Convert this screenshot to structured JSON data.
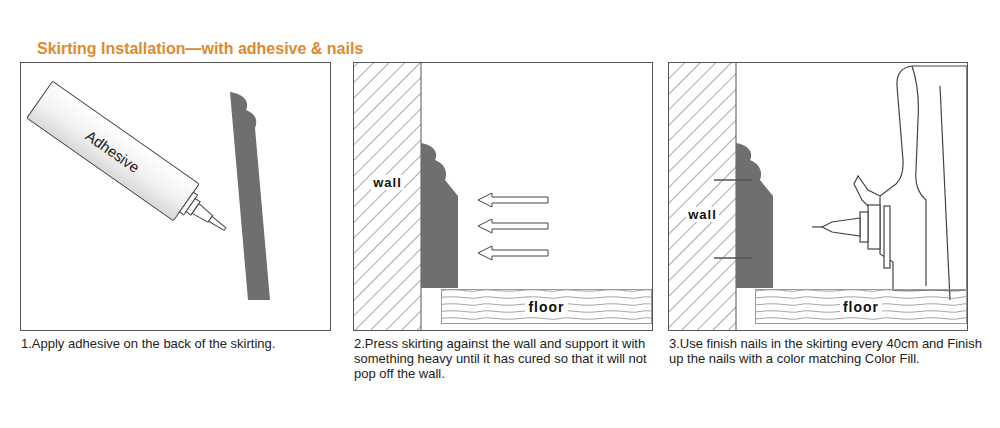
{
  "diagram": {
    "title": "Skirting Installation—with adhesive & nails",
    "nodes": [
      {
        "text": [
          "1.Apply adhesive on the back of the skirting."
        ]
      },
      {
        "text": [
          "Adhesive"
        ],
        "in": 0
      },
      {
        "text": [
          "2.Press skirting against the wall and support it with something heavy until it has cured so that it will not pop off the wall."
        ]
      },
      {
        "text": [
          "wall"
        ],
        "in": 2
      },
      {
        "text": [
          "floor"
        ],
        "in": 2
      },
      {
        "text": [
          "3.Use finish nails in the skirting every 40cm and Finish up the nails with a color matching Color Fill."
        ]
      },
      {
        "text": [
          "wall"
        ],
        "in": 5
      },
      {
        "text": [
          "floor"
        ],
        "in": 5
      }
    ]
  }
}
